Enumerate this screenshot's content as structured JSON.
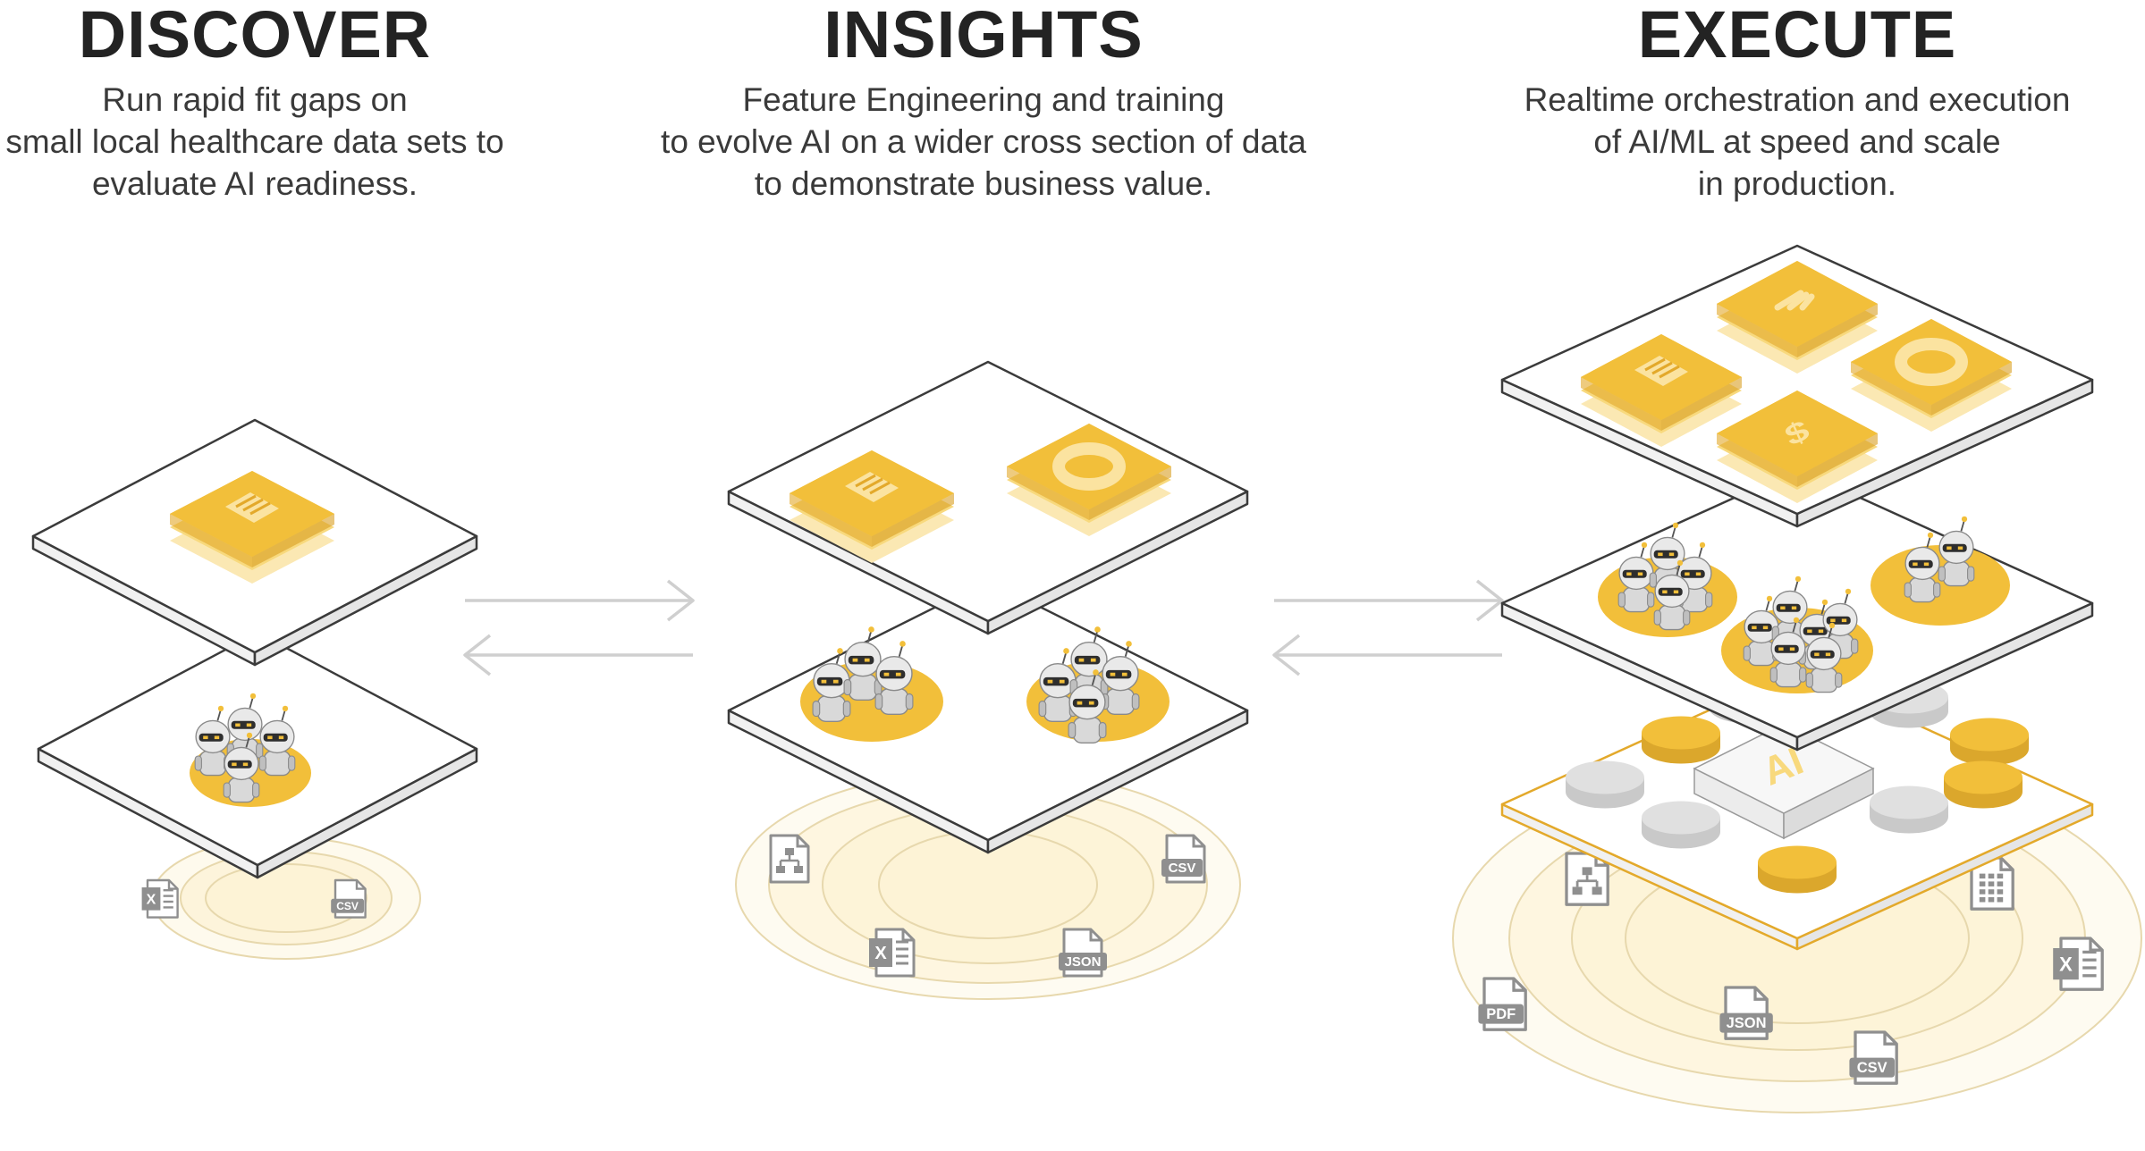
{
  "columns": [
    {
      "title": "DISCOVER",
      "lines": [
        "Run rapid fit gaps on",
        "small local healthcare data sets to",
        "evaluate AI readiness."
      ]
    },
    {
      "title": "INSIGHTS",
      "lines": [
        "Feature Engineering and training",
        "to evolve AI on a wider cross section of data",
        "to demonstrate business value."
      ]
    },
    {
      "title": "EXECUTE",
      "lines": [
        "Realtime orchestration and execution",
        "of AI/ML at speed and scale",
        "in production."
      ]
    }
  ],
  "file_labels": {
    "csv": "CSV",
    "json": "JSON",
    "pdf": "PDF",
    "excel": "X"
  },
  "ai_tile_label": "AI",
  "colors": {
    "accent": "#f2bf3a",
    "accent_light": "#f8d97d",
    "accent_pale": "#fbe8b3",
    "ring_fill": "#fdf3d6",
    "platform": "#ffffff",
    "platform_stroke": "#3b3b3b",
    "arrow": "#cfcfcf",
    "file_icon": "#8f8f8f",
    "disc_grey": "#e0e0e0"
  }
}
